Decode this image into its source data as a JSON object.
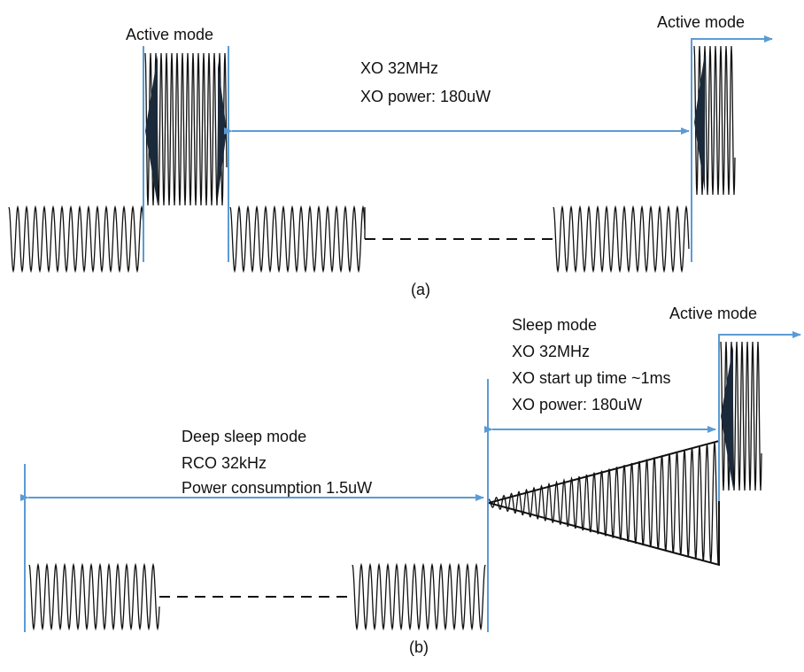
{
  "colors": {
    "marker_line": "#5B9BD5",
    "waveform": "#111111",
    "background": "#ffffff"
  },
  "panel_a": {
    "caption": "(a)",
    "active_mode_left": "Active mode",
    "active_mode_right": "Active mode",
    "info_line_1": "XO 32MHz",
    "info_line_2": "XO power: 180uW"
  },
  "panel_b": {
    "caption": "(b)",
    "deep_sleep": {
      "line_1": "Deep sleep mode",
      "line_2": "RCO 32kHz",
      "line_3": "Power consumption 1.5uW"
    },
    "sleep": {
      "line_1": "Sleep mode",
      "line_2": "XO 32MHz",
      "line_3": "XO start up time ~1ms",
      "line_4": "XO power: 180uW"
    },
    "active_mode": "Active mode"
  }
}
